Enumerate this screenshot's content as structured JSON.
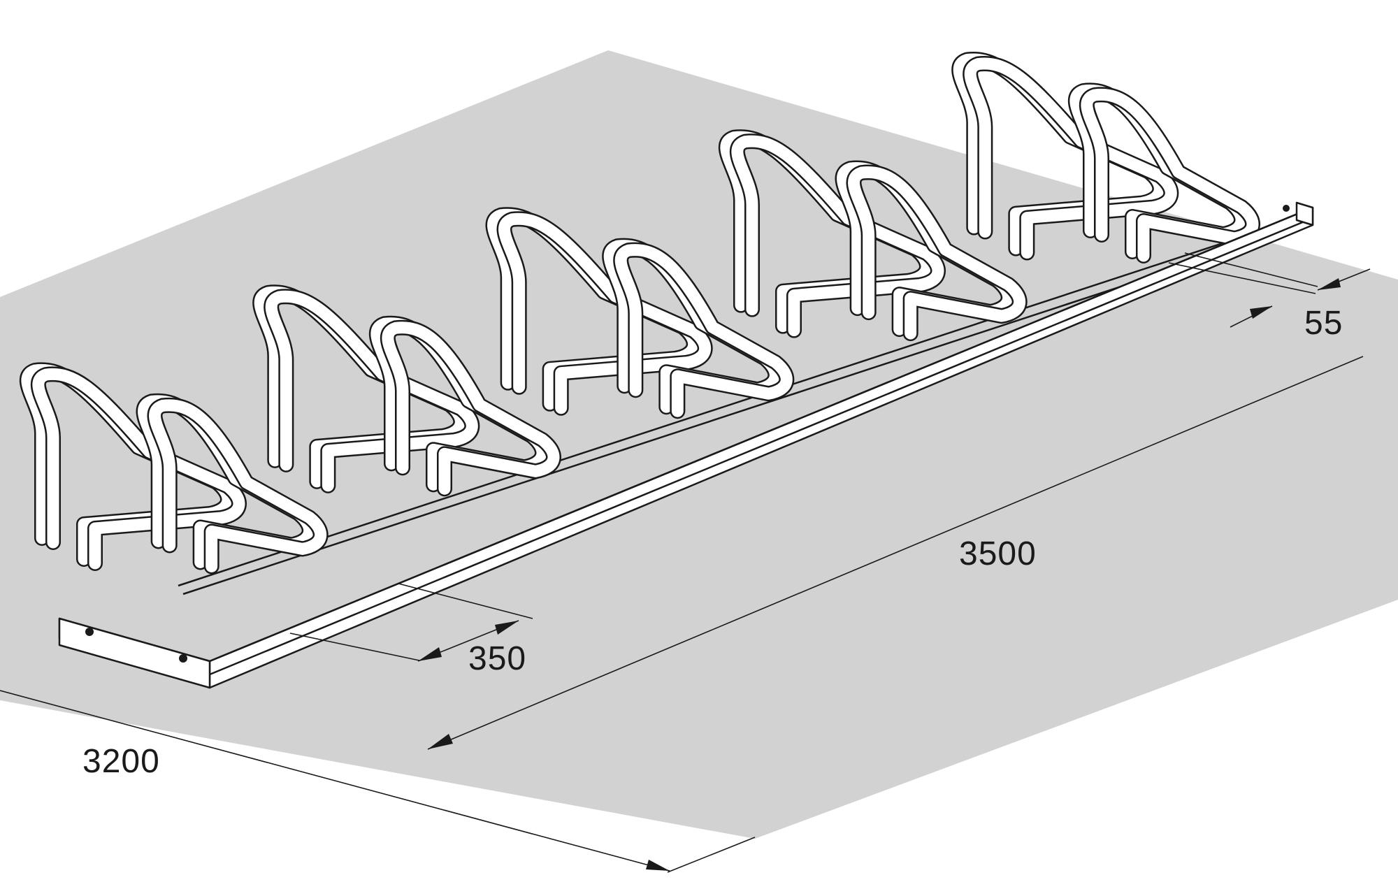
{
  "colors": {
    "floor": "#d2d2d2",
    "line": "#1a1a1a",
    "background": "#ffffff"
  },
  "dimensions": {
    "width_label": "3200",
    "length_label": "3500",
    "spacing_label": "350",
    "offset_label": "55"
  }
}
